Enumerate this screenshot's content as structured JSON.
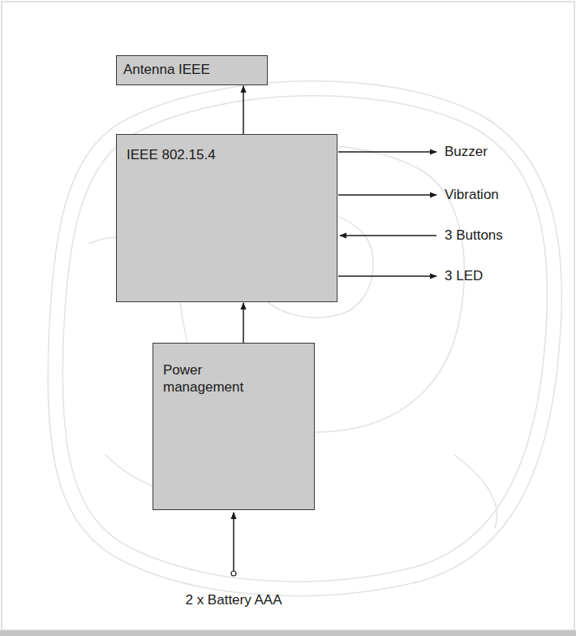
{
  "diagram": {
    "nodes": [
      {
        "text": [
          "Antenna IEEE"
        ]
      },
      {
        "text": [
          "IEEE 802.15.4"
        ]
      },
      {
        "text": [
          "Power management"
        ]
      }
    ],
    "edges": [
      {
        "from": 1,
        "to": 0,
        "arrow": "to"
      },
      {
        "from": 2,
        "to": 1,
        "arrow": "to"
      }
    ],
    "labels": [
      "Buzzer",
      "Vibration",
      "3 Buttons",
      "3 LED",
      "2 x Battery AAA"
    ]
  }
}
